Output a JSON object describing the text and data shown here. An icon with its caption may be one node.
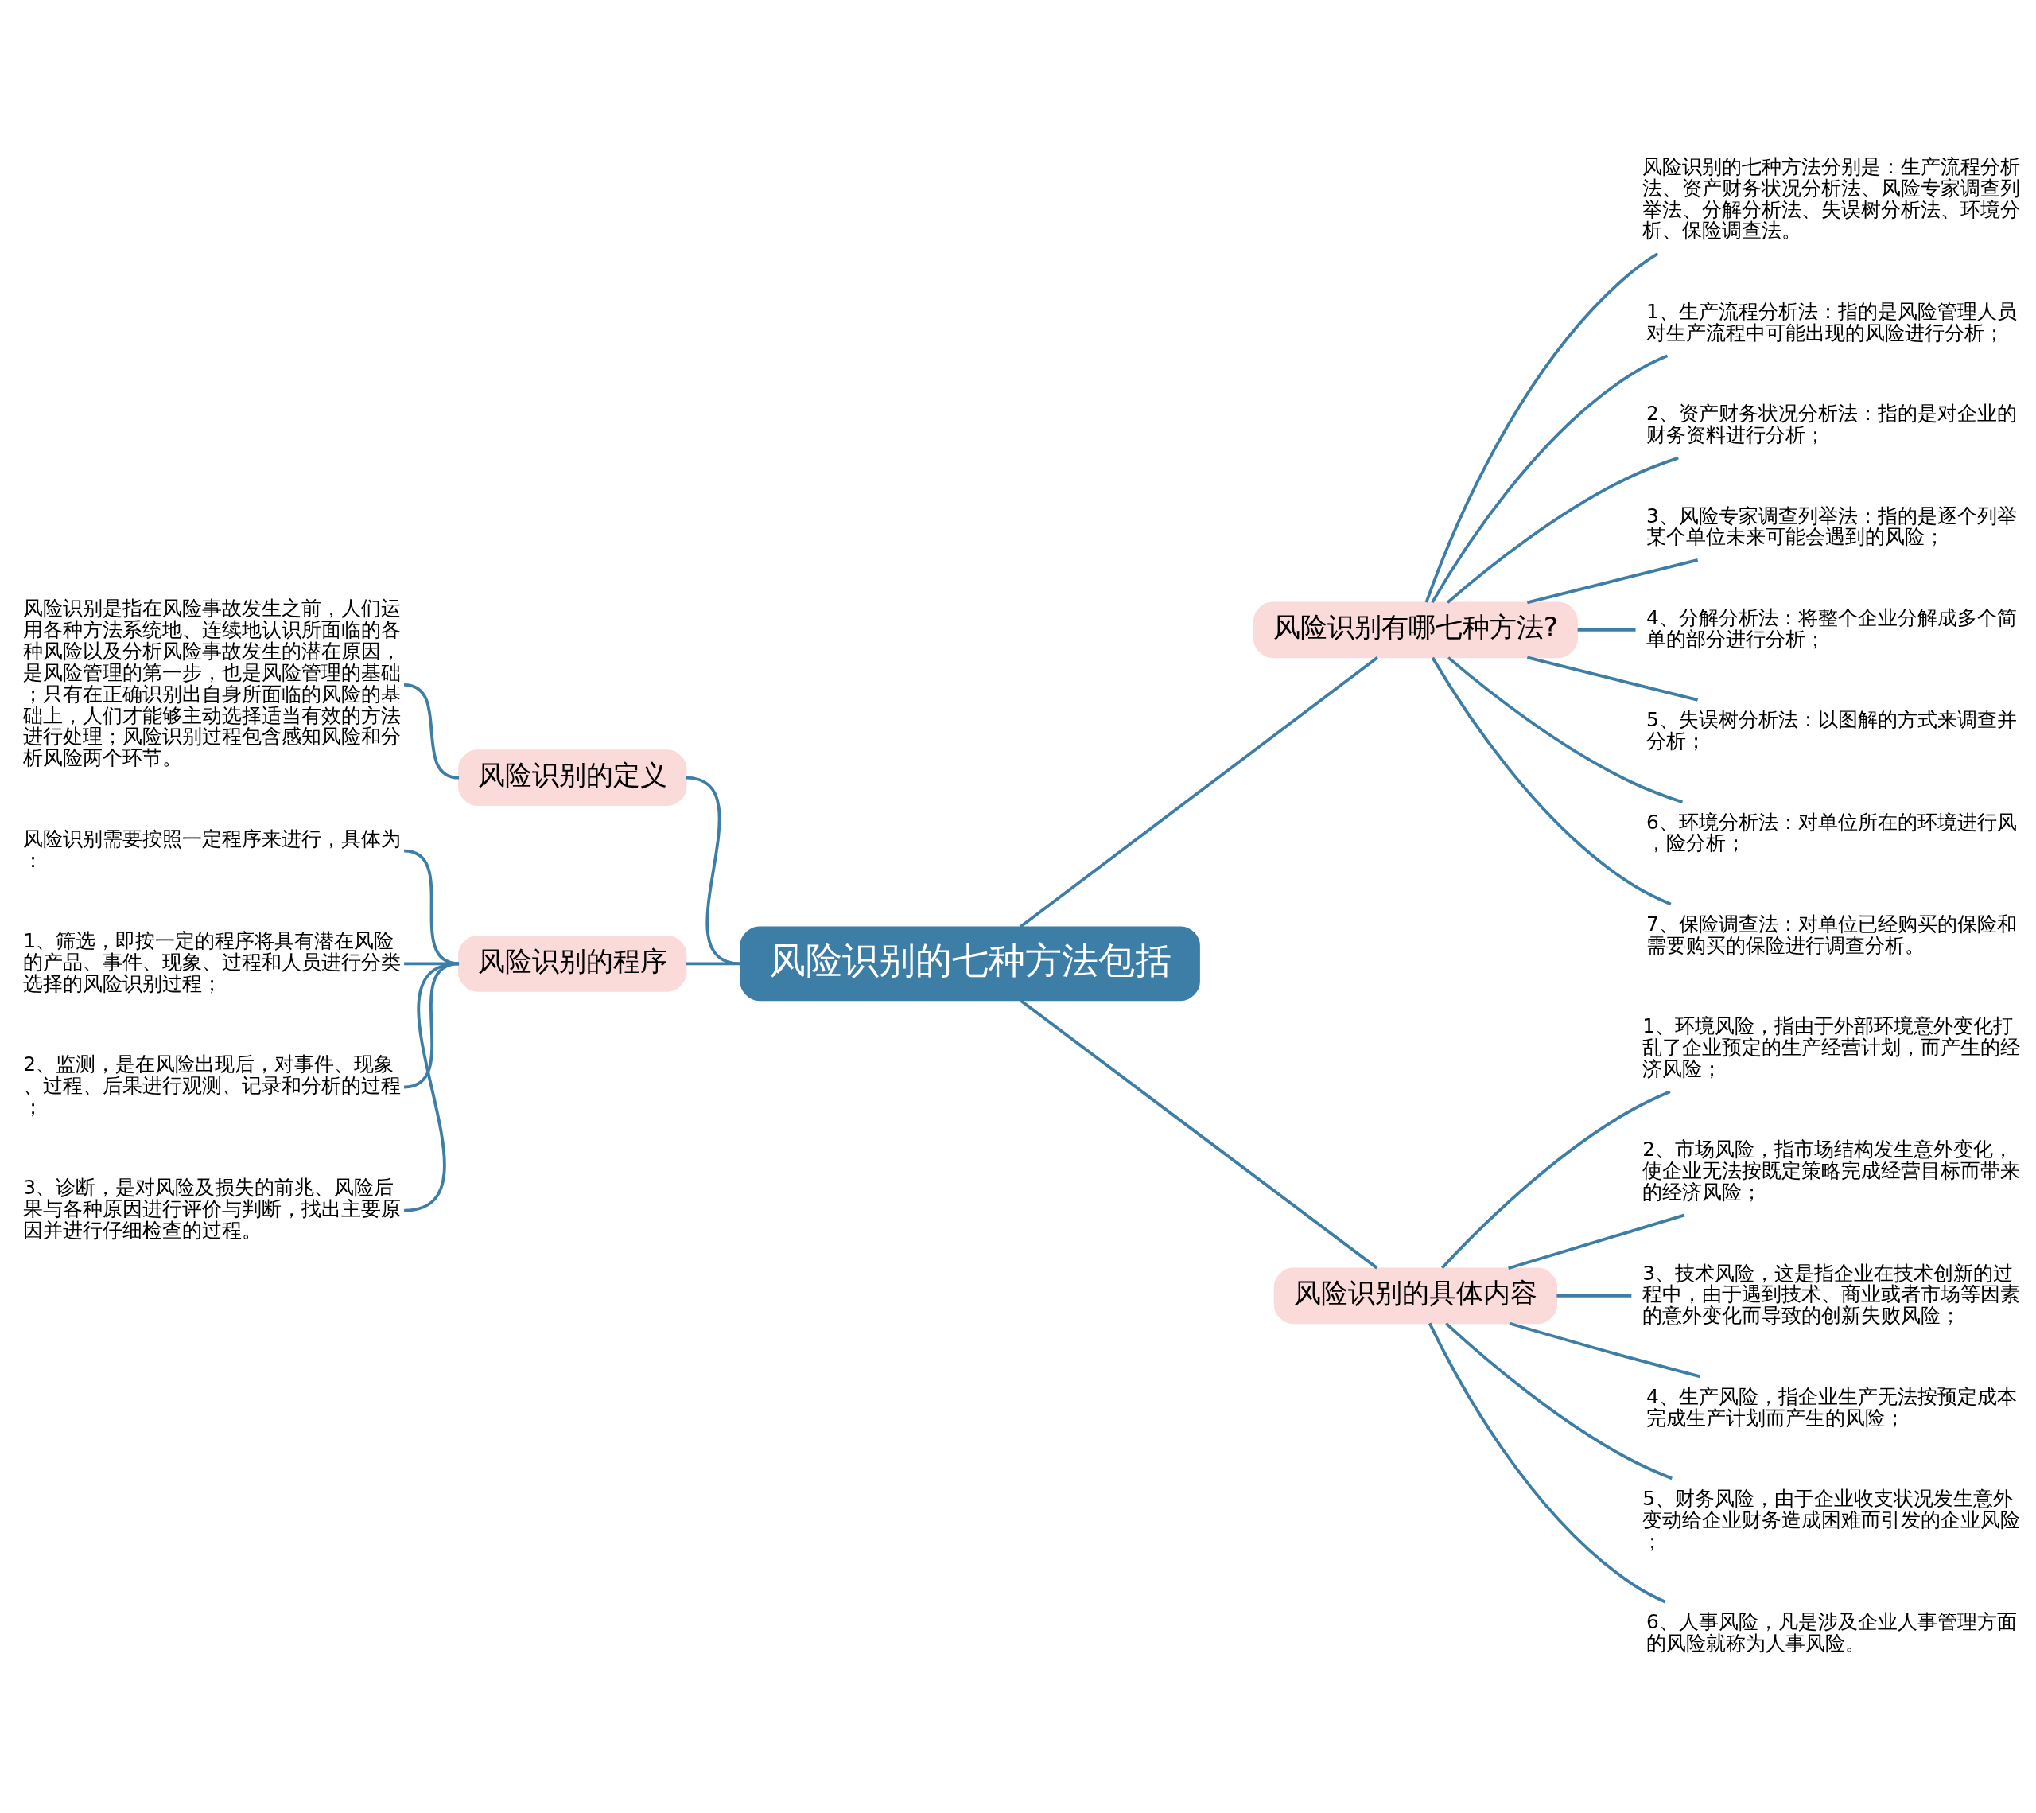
{
  "diagram": {
    "nodes": [
      {
        "text": [
          "风险识别的七种方法包括"
        ]
      },
      {
        "text": [
          "风险识别的定义"
        ]
      },
      {
        "text": [
          "风险识别是指在风险事故发生之前，人们运用各种方法系统地、连续地认识所面临的各种风险以及分析风险事故发生的潜在原因，是风险管理的第一步，也是风险管理的基础；只有在正确识别出自身所面临的风险的基础上，人们才能够主动选择适当有效的方法进行处理；风险识别过程包含感知风险和分析风险两个环节。"
        ]
      },
      {
        "text": [
          "风险识别的程序"
        ]
      },
      {
        "text": [
          "风险识别需要按照一定程序来进行，具体为："
        ]
      },
      {
        "text": [
          "1、筛选，即按一定的程序将具有潜在风险的产品、事件、现象、过程和人员进行分类选择的风险识别过程；"
        ]
      },
      {
        "text": [
          "2、监测，是在风险出现后，对事件、现象、过程、后果进行观测、记录和分析的过程；"
        ]
      },
      {
        "text": [
          "3、诊断，是对风险及损失的前兆、风险后果与各种原因进行评价与判断，找出主要原因并进行仔细检查的过程。"
        ]
      },
      {
        "text": [
          "风险识别有哪七种方法?"
        ]
      },
      {
        "text": [
          "风险识别的七种方法分别是：生产流程分析法、资产财务状况分析法、风险专家调查列举法、分解分析法、失误树分析法、环境分析、保险调查法。"
        ]
      },
      {
        "text": [
          "1、生产流程分析法：指的是风险管理人员对生产流程中可能出现的风险进行分析；"
        ]
      },
      {
        "text": [
          "2、资产财务状况分析法：指的是对企业的财务资料进行分析；"
        ]
      },
      {
        "text": [
          "3、风险专家调查列举法：指的是逐个列举某个单位未来可能会遇到的风险；"
        ]
      },
      {
        "text": [
          "4、分解分析法：将整个企业分解成多个简单的部分进行分析；"
        ]
      },
      {
        "text": [
          "5、失误树分析法：以图解的方式来调查并分析；"
        ]
      },
      {
        "text": [
          "6、环境分析法：对单位所在的环境进行风，险分析；"
        ]
      },
      {
        "text": [
          "7、保险调查法：对单位已经购买的保险和需要购买的保险进行调查分析。"
        ]
      },
      {
        "text": [
          "风险识别的具体内容"
        ]
      },
      {
        "text": [
          "1、环境风险，指由于外部环境意外变化打乱了企业预定的生产经营计划，而产生的经济风险；"
        ]
      },
      {
        "text": [
          "2、市场风险，指市场结构发生意外变化，使企业无法按既定策略完成经营目标而带来的经济风险；"
        ]
      },
      {
        "text": [
          "3、技术风险，这是指企业在技术创新的过程中，由于遇到技术、商业或者市场等因素的意外变化而导致的创新失败风险；"
        ]
      },
      {
        "text": [
          "4、生产风险，指企业生产无法按预定成本完成生产计划而产生的风险；"
        ]
      },
      {
        "text": [
          "5、财务风险，由于企业收支状况发生意外变动给企业财务造成困难而引发的企业风险；"
        ]
      },
      {
        "text": [
          "6、人事风险，凡是涉及企业人事管理方面的风险就称为人事风险。"
        ]
      }
    ],
    "edges": [
      {
        "from": 0,
        "to": 1,
        "arrow": "none"
      },
      {
        "from": 1,
        "to": 2,
        "arrow": "none"
      },
      {
        "from": 0,
        "to": 3,
        "arrow": "none"
      },
      {
        "from": 3,
        "to": 4,
        "arrow": "none"
      },
      {
        "from": 3,
        "to": 5,
        "arrow": "none"
      },
      {
        "from": 3,
        "to": 6,
        "arrow": "none"
      },
      {
        "from": 3,
        "to": 7,
        "arrow": "none"
      },
      {
        "from": 0,
        "to": 8,
        "arrow": "none"
      },
      {
        "from": 8,
        "to": 9,
        "arrow": "none"
      },
      {
        "from": 8,
        "to": 10,
        "arrow": "none"
      },
      {
        "from": 8,
        "to": 11,
        "arrow": "none"
      },
      {
        "from": 8,
        "to": 12,
        "arrow": "none"
      },
      {
        "from": 8,
        "to": 13,
        "arrow": "none"
      },
      {
        "from": 8,
        "to": 14,
        "arrow": "none"
      },
      {
        "from": 8,
        "to": 15,
        "arrow": "none"
      },
      {
        "from": 8,
        "to": 16,
        "arrow": "none"
      },
      {
        "from": 0,
        "to": 17,
        "arrow": "none"
      },
      {
        "from": 17,
        "to": 18,
        "arrow": "none"
      },
      {
        "from": 17,
        "to": 19,
        "arrow": "none"
      },
      {
        "from": 17,
        "to": 20,
        "arrow": "none"
      },
      {
        "from": 17,
        "to": 21,
        "arrow": "none"
      },
      {
        "from": 17,
        "to": 22,
        "arrow": "none"
      },
      {
        "from": 17,
        "to": 23,
        "arrow": "none"
      }
    ]
  }
}
